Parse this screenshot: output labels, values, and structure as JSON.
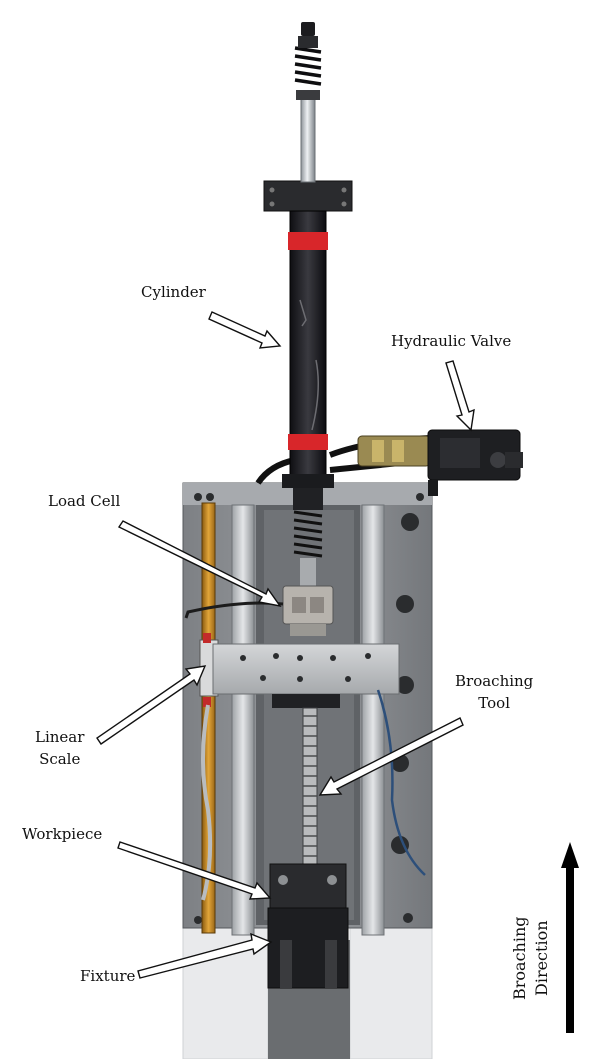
{
  "labels": {
    "cylinder": "Cylinder",
    "hydraulic_valve": "Hydraulic Valve",
    "load_cell": "Load Cell",
    "linear_scale_line1": "Linear",
    "linear_scale_line2": "Scale",
    "broaching_tool_line1": "Broaching",
    "broaching_tool_line2": "Tool",
    "workpiece": "Workpiece",
    "fixture": "Fixture",
    "direction_line1": "Broaching",
    "direction_line2": "Direction"
  },
  "colors": {
    "frame_steel": "#8a8d90",
    "cylinder_body": "#1a1a1e",
    "red_band": "#d8262a",
    "rod_chrome": "#c9cdd2",
    "direction_arrow": "#000000"
  }
}
